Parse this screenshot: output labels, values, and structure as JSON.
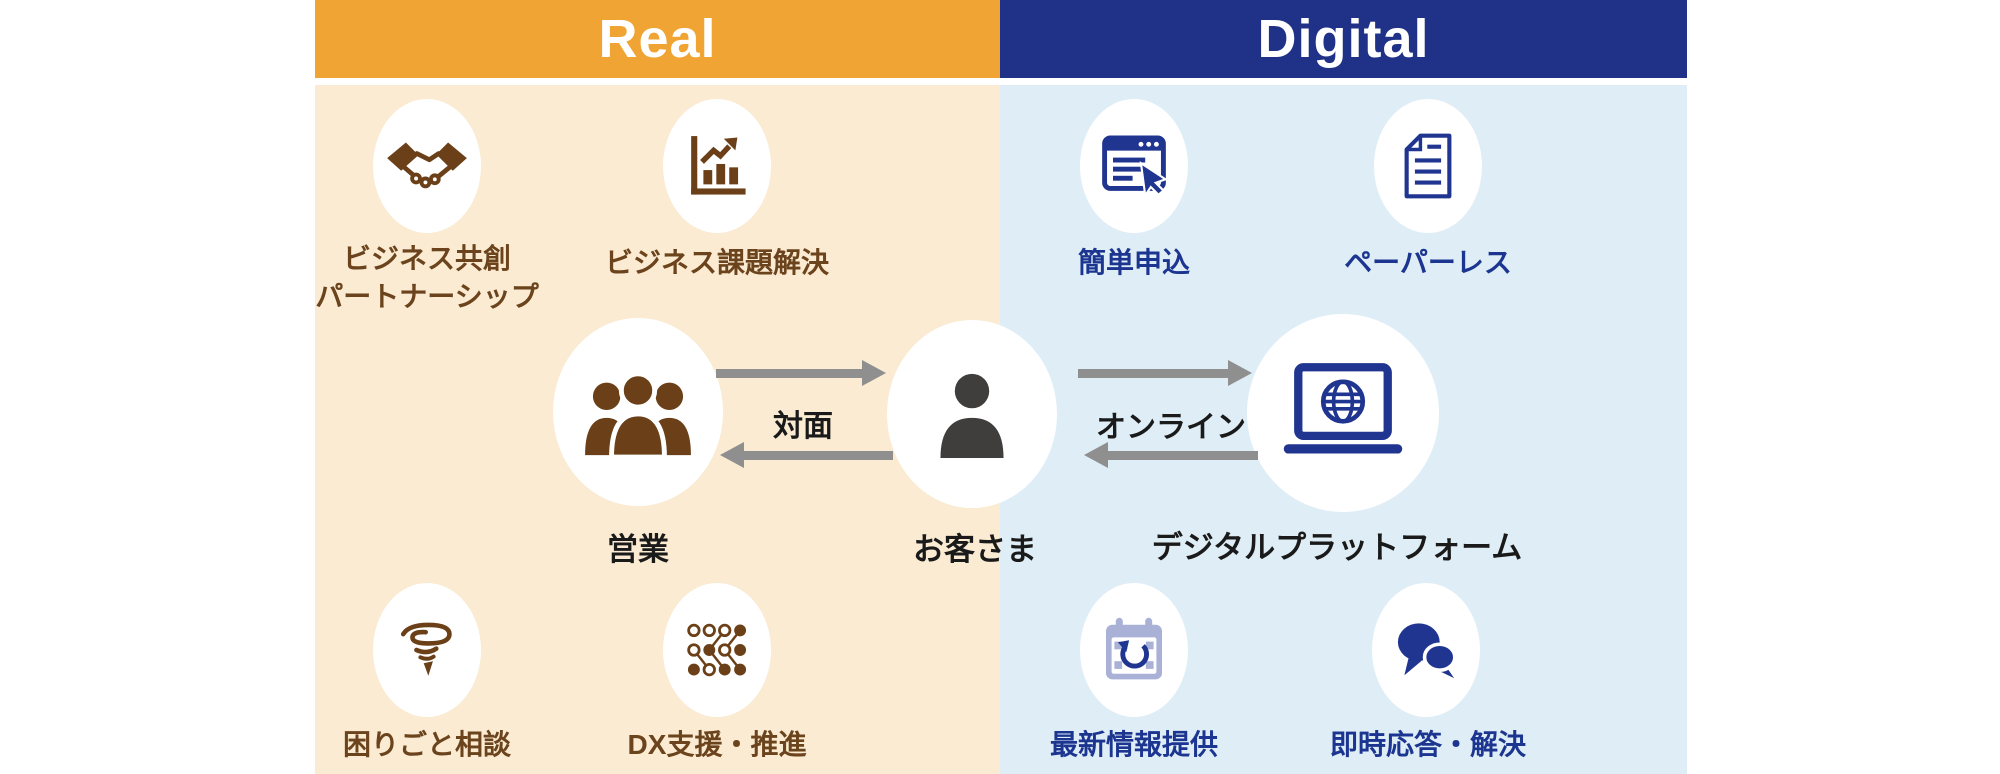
{
  "diagram": {
    "real": {
      "title": "Real",
      "items": [
        {
          "icon": "handshake-icon",
          "label_lines": [
            "ビジネス共創",
            "パートナーシップ"
          ]
        },
        {
          "icon": "bar-chart-icon",
          "label_lines": [
            "ビジネス課題解決"
          ]
        },
        {
          "icon": "tornado-icon",
          "label_lines": [
            "困りごと相談"
          ]
        },
        {
          "icon": "network-icon",
          "label_lines": [
            "DX支援・推進"
          ]
        }
      ],
      "actor": {
        "icon": "people-group-icon",
        "label": "営業"
      },
      "channel_label": "対面"
    },
    "digital": {
      "title": "Digital",
      "items": [
        {
          "icon": "browser-form-icon",
          "label_lines": [
            "簡単申込"
          ]
        },
        {
          "icon": "document-icon",
          "label_lines": [
            "ペーパーレス"
          ]
        },
        {
          "icon": "calendar-refresh-icon",
          "label_lines": [
            "最新情報提供"
          ]
        },
        {
          "icon": "chat-bubbles-icon",
          "label_lines": [
            "即時応答・解決"
          ]
        }
      ],
      "actor": {
        "icon": "laptop-globe-icon",
        "label": "デジタルプラットフォーム"
      },
      "channel_label": "オンライン"
    },
    "customer": {
      "icon": "person-icon",
      "label": "お客さま"
    }
  },
  "colors": {
    "real_header": "#F0A433",
    "real_body": "#FAEBD2",
    "real_accent": "#6B4018",
    "real_text": "#6B431C",
    "digital_header": "#1F3287",
    "digital_body": "#DFEEF6",
    "digital_accent": "#1F3590",
    "digital_text": "#1C3590",
    "customer_icon": "#403D3D",
    "arrow": "#8F8F8F",
    "center_text": "#1A1A1A",
    "calendar_fill": "#A9B1D6",
    "header_text": "#FFFFFF"
  }
}
